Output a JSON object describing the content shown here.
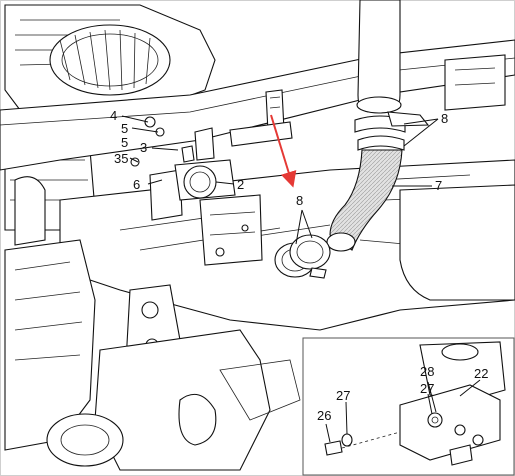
{
  "diagram": {
    "callouts": {
      "c4": "4",
      "c5a": "5",
      "c5b": "5",
      "c3": "3",
      "c35": "35",
      "c6": "6",
      "c2": "2",
      "c8a": "8",
      "c7": "7",
      "c8b": "8",
      "c28": "28",
      "c27a": "27",
      "c22": "22",
      "c27b": "27",
      "c26": "26"
    },
    "colors": {
      "arrow": "#e53935",
      "hose_fill": "#d9d9d9",
      "line": "#111111",
      "frame": "#cfcfcf"
    }
  }
}
